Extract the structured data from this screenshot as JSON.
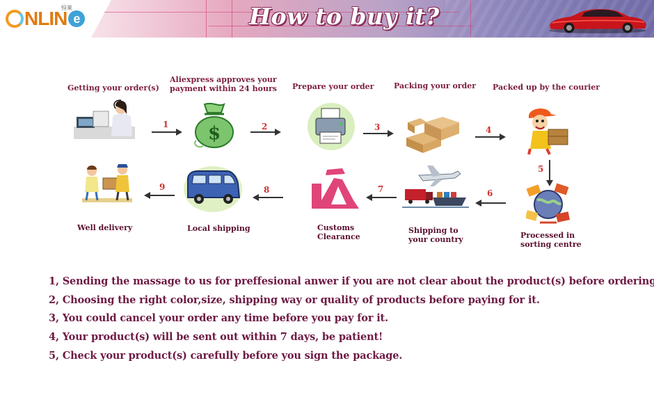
{
  "banner": {
    "logo_text": "NLIN",
    "logo_e": "e",
    "logo_cn": "恒来",
    "title": "How to buy it?",
    "colors": {
      "title_shadow": "#8a2d57",
      "logo_orange": "#e07b10",
      "logo_blue": "#3fa2d8"
    }
  },
  "steps": [
    {
      "label": "Getting your order(s)",
      "icon": "customer-service-agent-icon"
    },
    {
      "label_line1": "Aliexpress approves your",
      "label_line2": "payment within 24 hours",
      "icon": "money-bag-icon"
    },
    {
      "label": "Prepare your order",
      "icon": "printer-icon"
    },
    {
      "label": "Packing your order",
      "icon": "cardboard-boxes-icon"
    },
    {
      "label": "Packed up by the courier",
      "icon": "courier-with-package-icon"
    },
    {
      "label_line1": "Processed in",
      "label_line2": "sorting centre",
      "icon": "sorting-centre-globe-icon"
    },
    {
      "label_line1": "Shipping to",
      "label_line2": "your country",
      "icon": "plane-truck-ship-icon"
    },
    {
      "label_line1": "Customs",
      "label_line2": "Clearance",
      "icon": "customs-officer-icon"
    },
    {
      "label": "Local shipping",
      "icon": "van-icon"
    },
    {
      "label": "Well delivery",
      "icon": "delivery-handover-icon"
    }
  ],
  "arrows": [
    "1",
    "2",
    "3",
    "4",
    "5",
    "6",
    "7",
    "8",
    "9"
  ],
  "notes": [
    "1, Sending the massage to us for preffesional anwer if you are not clear about the product(s) before ordering",
    "2, Choosing the right color,size, shipping way or quality of products before paying for it.",
    "3, You could cancel your order any time before you pay for it.",
    "4, Your product(s) will be sent out within 7 days, be patient!",
    "5, Check your product(s) carefully before you sign the package."
  ],
  "colors": {
    "label": "#7c1d3d",
    "note": "#6e1a44",
    "arrow_number": "#d2302f"
  }
}
